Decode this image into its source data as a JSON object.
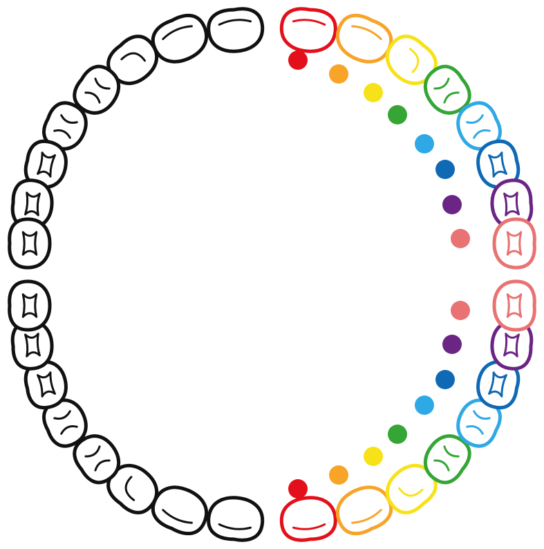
{
  "palette": {
    "red": "#e3101b",
    "orange": "#f7a428",
    "yellow": "#f7e21a",
    "green": "#35a535",
    "lightblue": "#2fa9e6",
    "darkblue": "#0f69b4",
    "purple": "#6a2585",
    "pink": "#e97272",
    "outline": "#111111"
  },
  "rows": [
    {
      "color": "red",
      "icon": "incisor-line-icon"
    },
    {
      "color": "orange",
      "icon": "incisor-line-icon"
    },
    {
      "color": "yellow",
      "icon": "canine-curve-icon"
    },
    {
      "color": "green",
      "icon": "premolar-cusp-icon"
    },
    {
      "color": "lightblue",
      "icon": "premolar-cusp-icon"
    },
    {
      "color": "darkblue",
      "icon": "molar-star-icon"
    },
    {
      "color": "purple",
      "icon": "molar-star-icon"
    },
    {
      "color": "pink",
      "icon": "molar-star-icon"
    }
  ],
  "left_side_color": "outline"
}
